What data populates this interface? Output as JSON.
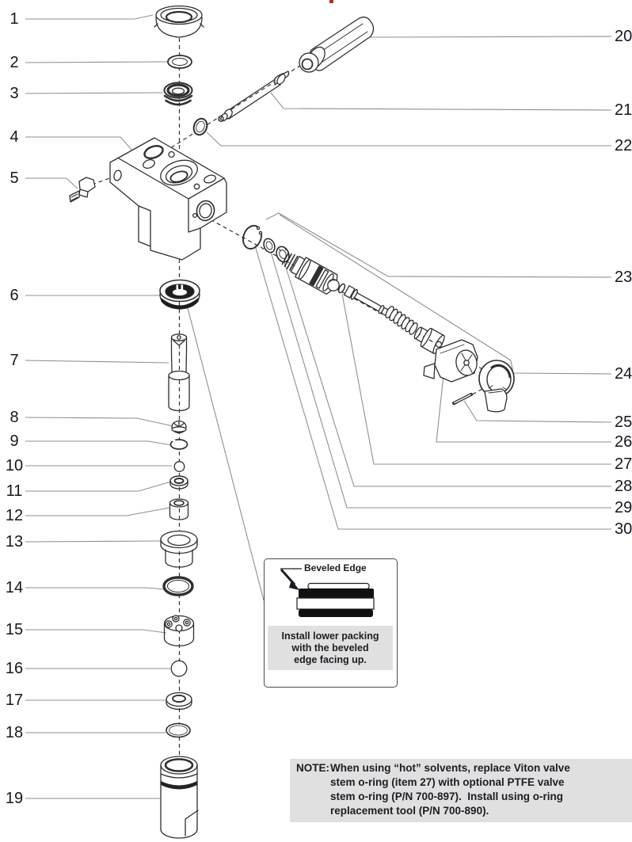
{
  "diagram": {
    "type": "exploded-parts-diagram",
    "callouts": [
      "1",
      "2",
      "3",
      "4",
      "5",
      "6",
      "7",
      "8",
      "9",
      "10",
      "11",
      "12",
      "13",
      "14",
      "15",
      "16",
      "17",
      "18",
      "19",
      "20",
      "21",
      "22",
      "23",
      "24",
      "25",
      "26",
      "27",
      "28",
      "29",
      "30"
    ]
  },
  "inset_note": {
    "arrow_label": "Beveled Edge",
    "line1": "Install lower packing",
    "line2": "with the beveled",
    "line3": "edge facing up."
  },
  "bottom_note": {
    "label": "NOTE:",
    "line1": "When using “hot” solvents, replace Viton valve",
    "line2": "stem o-ring (item 27) with optional PTFE valve",
    "line3": "stem o-ring (P/N 700-897).  Install using o-ring",
    "line4": "replacement tool (P/N 700-890)."
  }
}
